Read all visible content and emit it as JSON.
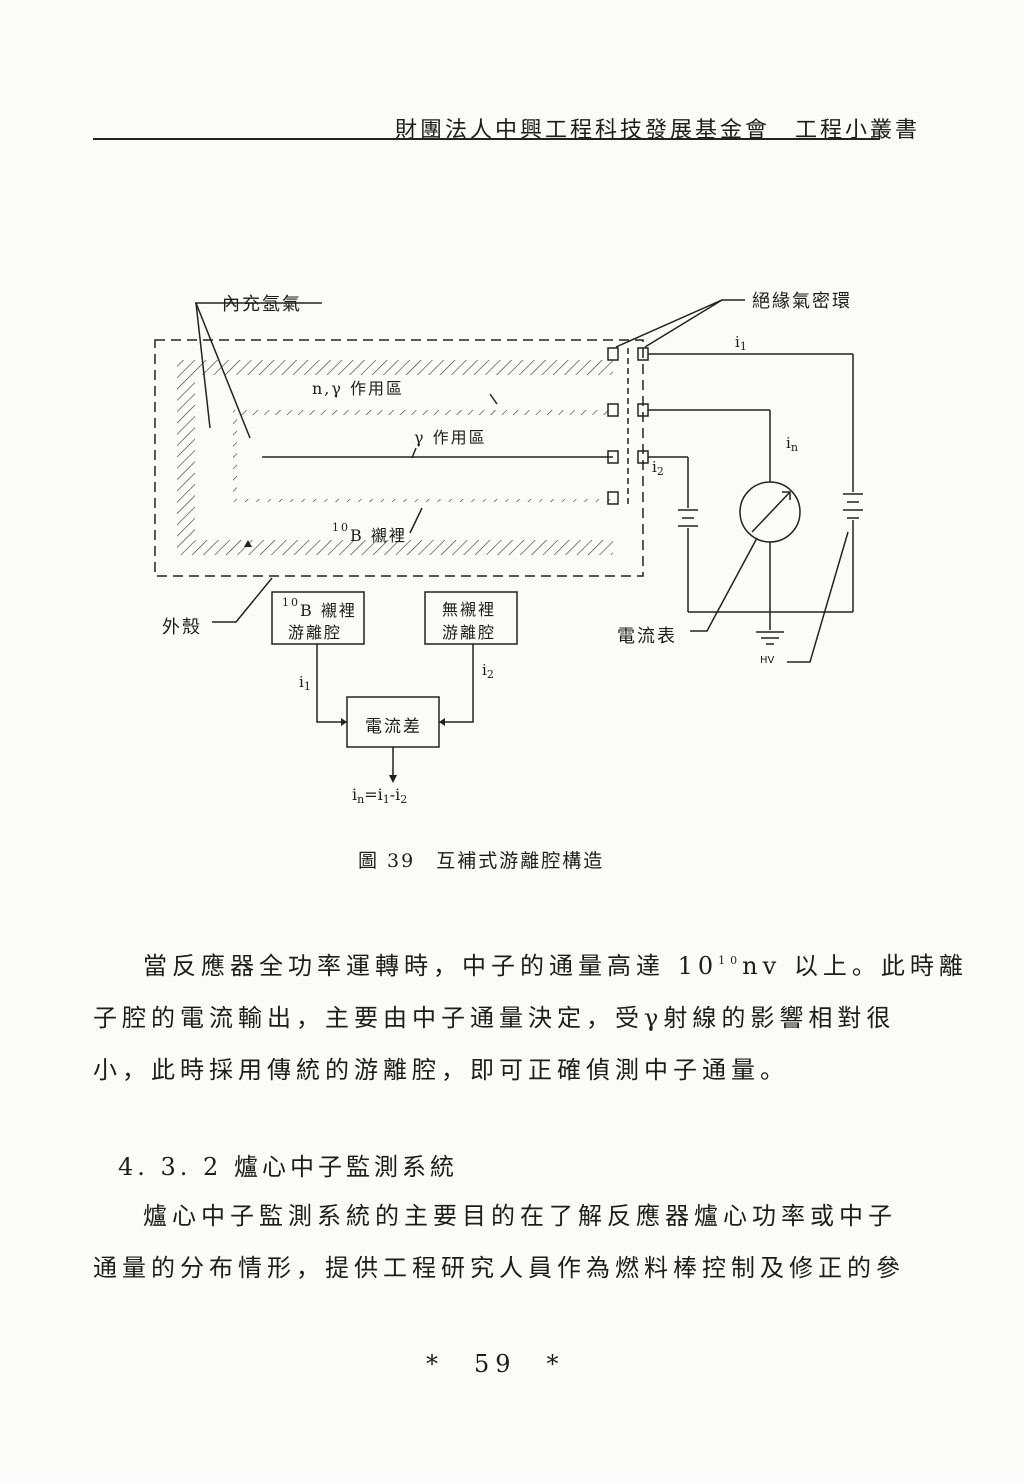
{
  "header": {
    "text": "財團法人中興工程科技發展基金會　工程小叢書"
  },
  "figure": {
    "labels": {
      "argon": "內充氬氣",
      "seal_ring": "絕緣氣密環",
      "n_gamma_zone": "n,γ 作用區",
      "gamma_zone": "γ 作用區",
      "boron_lining": "B 襯裡",
      "boron_lining_sup": "10",
      "casing": "外殼",
      "ammeter": "電流表",
      "hv": "HV",
      "box_lined_sup": "10",
      "box_lined_line1": "B 襯裡",
      "box_lined_line2": "游離腔",
      "box_unlined_line1": "無襯裡",
      "box_unlined_line2": "游離腔",
      "current_diff": "電流差",
      "i1_main": "i",
      "i1_sub": "1",
      "in_main": "i",
      "in_sub": "n",
      "i2_main": "i",
      "i2_sub": "2",
      "box_i1_main": "i",
      "box_i1_sub": "1",
      "box_i2_main": "i",
      "box_i2_sub": "2",
      "eq_in": "i",
      "eq_in_sub": "n",
      "eq_eq": "=i",
      "eq_i1_sub": "1",
      "eq_minus": "-i",
      "eq_i2_sub": "2"
    },
    "caption": "圖 39　互補式游離腔構造"
  },
  "paragraph1": {
    "before": "當反應器全功率運轉時，中子的通量高達 10",
    "sup": "10",
    "after": "nv 以上。此時離子腔的電流輸出，主要由中子通量決定，受γ射線的影響相對很小，此時採用傳統的游離腔，即可正確偵測中子通量。",
    "line1_a": "當反應器全功率運轉時，中子的通量高達 10",
    "line1_b": "nv 以上。此時離",
    "line2": "子腔的電流輸出，主要由中子通量決定，受γ射線的影響相對很",
    "line3": "小，此時採用傳統的游離腔，即可正確偵測中子通量。"
  },
  "section": {
    "heading": "4. 3. 2 爐心中子監測系統",
    "line1": "爐心中子監測系統的主要目的在了解反應器爐心功率或中子",
    "line2": "通量的分布情形，提供工程研究人員作為燃料棒控制及修正的參"
  },
  "page_number": "*　59　*"
}
